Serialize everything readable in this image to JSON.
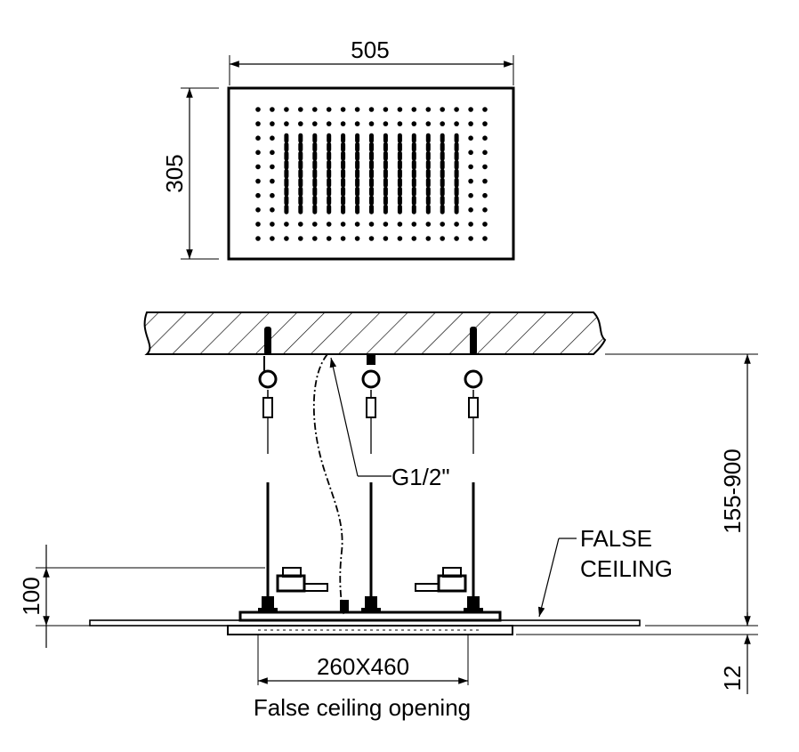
{
  "top_view": {
    "width_label": "505",
    "height_label": "305",
    "nozzle_cols": 17,
    "nozzle_rows": 10
  },
  "section_view": {
    "connection_label": "G1/2\"",
    "height_range_label": "155-900",
    "false_ceiling_label_line1": "FALSE",
    "false_ceiling_label_line2": "CEILING",
    "panel_depth_label": "100",
    "panel_thickness_label": "12",
    "opening_label": "260X460",
    "opening_caption": "False ceiling opening"
  },
  "colors": {
    "ink": "#000000",
    "paper": "#ffffff"
  }
}
